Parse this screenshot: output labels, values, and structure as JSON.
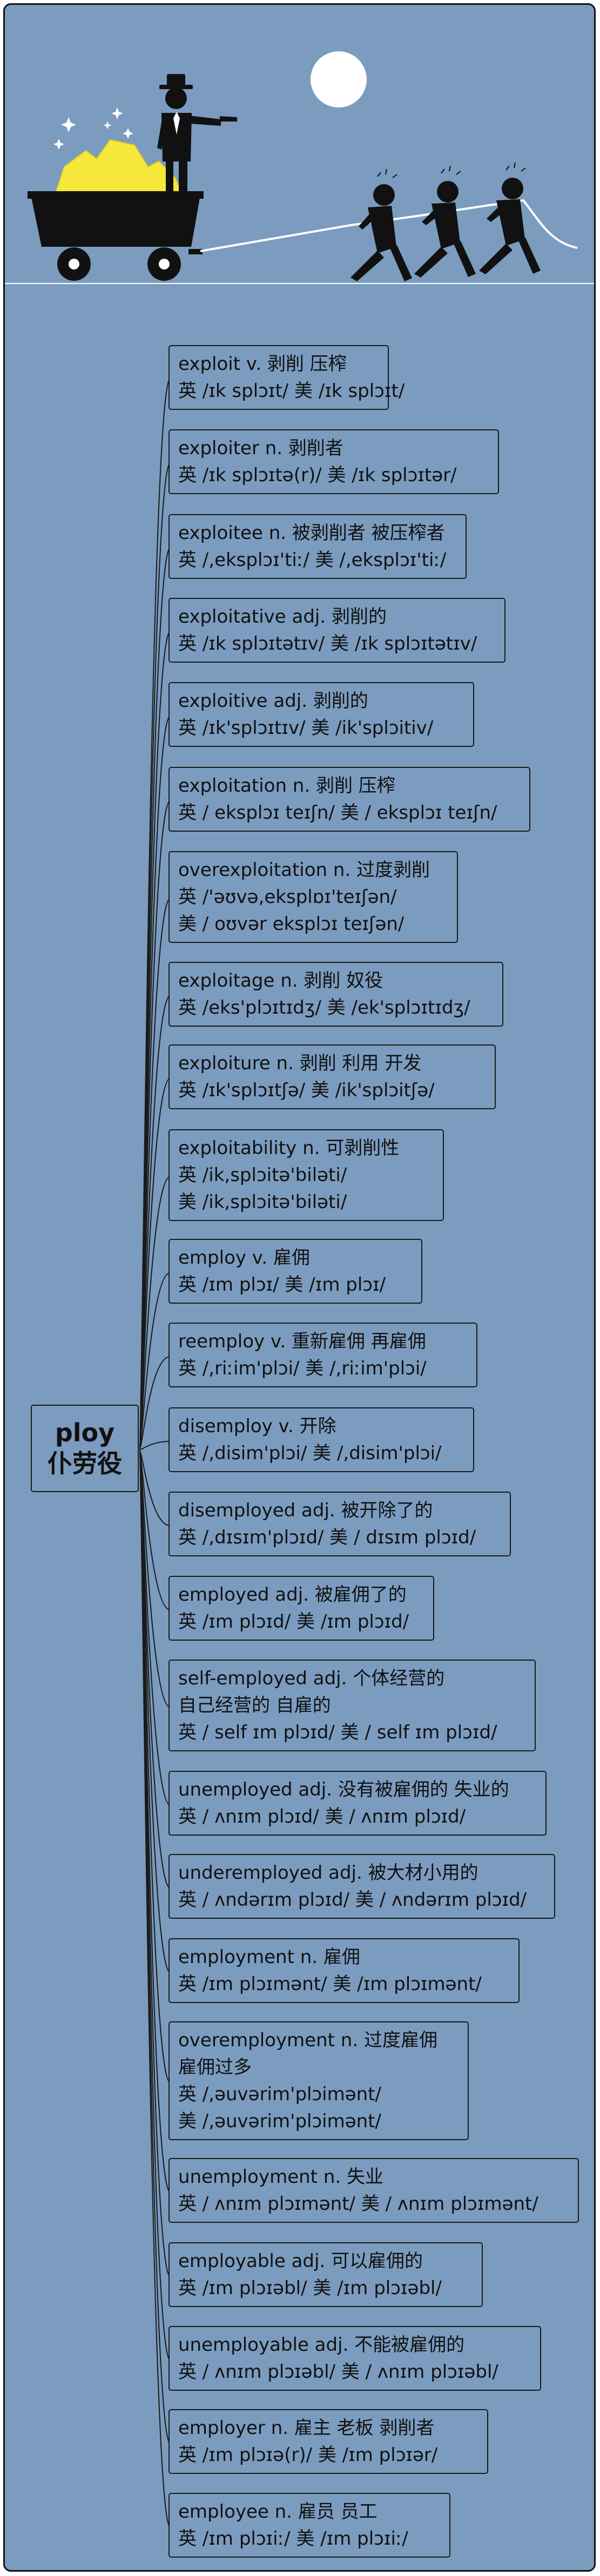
{
  "root": {
    "word": "ploy",
    "meaning": "仆劳役"
  },
  "entries": [
    {
      "headword": "exploit v. 剥削 压榨",
      "pron": "英 /ɪk splɔɪt/  美 /ɪk splɔɪt/"
    },
    {
      "headword": "exploiter n. 剥削者",
      "pron": "英 /ɪk splɔɪtə(r)/  美 /ɪk splɔɪtər/"
    },
    {
      "headword": "exploitee n. 被剥削者 被压榨者",
      "pron": "英 /,eksplɔɪ'tiː/  美 /,eksplɔɪ'tiː/"
    },
    {
      "headword": "exploitative adj. 剥削的",
      "pron": "英 /ɪk splɔɪtətɪv/  美 /ɪk splɔɪtətɪv/"
    },
    {
      "headword": "exploitive adj. 剥削的",
      "pron": "英 /ɪk'splɔɪtɪv/  美 /ik'splɔitiv/"
    },
    {
      "headword": "exploitation n. 剥削 压榨",
      "pron": "英 / eksplɔɪ teɪʃn/  美 / eksplɔɪ teɪʃn/"
    },
    {
      "headword": "overexploitation n. 过度剥削",
      "pron": "英 /'əʊvə,eksplɒɪ'teɪʃən/",
      "pron2": "美 / oʊvər eksplɔɪ teɪʃən/"
    },
    {
      "headword": "exploitage n. 剥削 奴役",
      "pron": "英 /eks'plɔɪtɪdʒ/  美 /ek'splɔɪtɪdʒ/"
    },
    {
      "headword": "exploiture n. 剥削 利用 开发",
      "pron": "英 /ɪk'splɔɪtʃə/  美 /ik'splɔitʃə/"
    },
    {
      "headword": "exploitability n. 可剥削性",
      "pron": "英 /ik,splɔitə'biləti/",
      "pron2": "美 /ik,splɔitə'biləti/"
    },
    {
      "headword": "employ v. 雇佣",
      "pron": "英 /ɪm plɔɪ/  美 /ɪm plɔɪ/"
    },
    {
      "headword": "reemploy v. 重新雇佣 再雇佣",
      "pron": "英 /,riːim'plɔi/  美 /,riːim'plɔi/"
    },
    {
      "headword": "disemploy v. 开除",
      "pron": "英 /,disim'plɔi/  美 /,disim'plɔi/"
    },
    {
      "headword": "disemployed adj. 被开除了的",
      "pron": "英 /,dɪsɪm'plɔɪd/  美 / dɪsɪm plɔɪd/"
    },
    {
      "headword": "employed adj. 被雇佣了的",
      "pron": "英 /ɪm plɔɪd/  美 /ɪm plɔɪd/"
    },
    {
      "headword": "self-employed adj. 个体经营的",
      "headword2": "自己经营的 自雇的",
      "pron": "英 / self ɪm plɔɪd/  美 / self ɪm plɔɪd/"
    },
    {
      "headword": "unemployed adj. 没有被雇佣的 失业的",
      "pron": "英 / ʌnɪm plɔɪd/  美 / ʌnɪm plɔɪd/"
    },
    {
      "headword": "underemployed adj. 被大材小用的",
      "pron": "英 / ʌndərɪm plɔɪd/  美 / ʌndərɪm plɔɪd/"
    },
    {
      "headword": "employment n. 雇佣",
      "pron": "英 /ɪm plɔɪmənt/  美 /ɪm plɔɪmənt/"
    },
    {
      "headword": "overemployment n. 过度雇佣",
      "headword2": "雇佣过多",
      "pron": "英 /,əuvərim'plɔimənt/",
      "pron2": "美 /,əuvərim'plɔimənt/"
    },
    {
      "headword": "unemployment n.  失业",
      "pron": "英 / ʌnɪm plɔɪmənt/  美 / ʌnɪm plɔɪmənt/"
    },
    {
      "headword": "employable adj. 可以雇佣的",
      "pron": "英 /ɪm plɔɪəbl/  美 /ɪm plɔɪəbl/"
    },
    {
      "headword": "unemployable adj. 不能被雇佣的",
      "pron": "英 / ʌnɪm plɔɪəbl/  美 / ʌnɪm plɔɪəbl/"
    },
    {
      "headword": "employer n. 雇主 老板 剥削者",
      "pron": "英 /ɪm plɔɪə(r)/  美 /ɪm plɔɪər/"
    },
    {
      "headword": "employee n. 雇员 员工",
      "pron": "英 /ɪm plɔɪiː/  美 /ɪm plɔɪiː/"
    }
  ],
  "colors": {
    "background": "#7b9cbf",
    "border": "#1a1a1a",
    "text": "#111111",
    "gold": "#f5e83a"
  }
}
